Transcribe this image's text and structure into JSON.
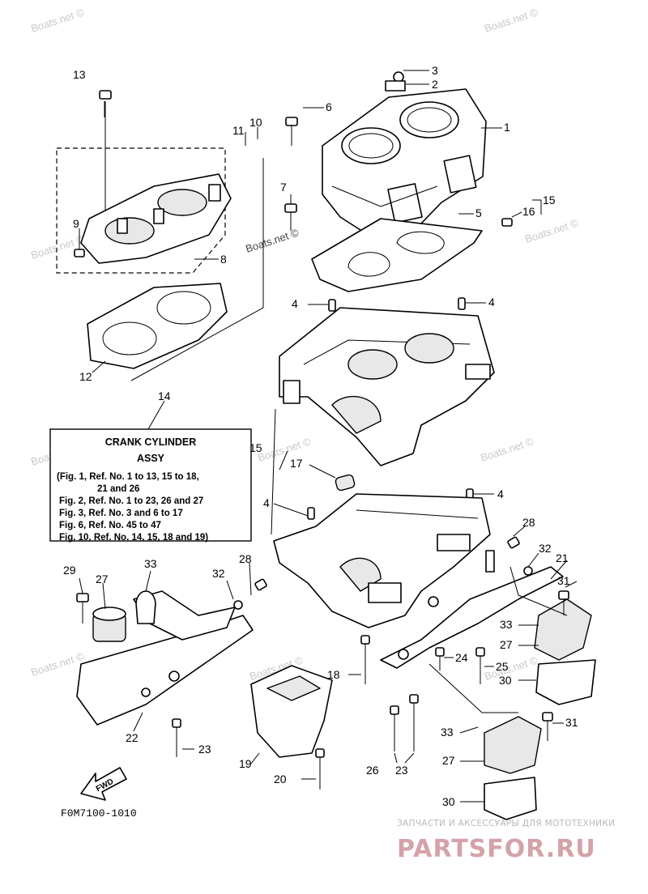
{
  "watermark": "Boats.net ©",
  "callouts": {
    "c1": "1",
    "c2": "2",
    "c3": "3",
    "c4a": "4",
    "c4b": "4",
    "c4c": "4",
    "c4d": "4",
    "c5": "5",
    "c6": "6",
    "c7": "7",
    "c8": "8",
    "c9": "9",
    "c10": "10",
    "c11": "11",
    "c12": "12",
    "c13": "13",
    "c14": "14",
    "c15a": "15",
    "c15b": "15",
    "c16": "16",
    "c17": "17",
    "c18": "18",
    "c19": "19",
    "c20": "20",
    "c21": "21",
    "c22": "22",
    "c23a": "23",
    "c23b": "23",
    "c24": "24",
    "c25": "25",
    "c26": "26",
    "c27a": "27",
    "c27b": "27",
    "c27c": "27",
    "c28a": "28",
    "c28b": "28",
    "c29": "29",
    "c30a": "30",
    "c30b": "30",
    "c31a": "31",
    "c31b": "31",
    "c32a": "32",
    "c32b": "32",
    "c33a": "33",
    "c33b": "33",
    "c33c": "33"
  },
  "assy_box": {
    "title1": "CRANK CYLINDER",
    "title2": "ASSY",
    "lines": [
      "(Fig. 1, Ref. No. 1 to 13, 15 to 18,",
      "21 and 26",
      "Fig. 2, Ref. No. 1 to 23, 26 and 27",
      "Fig. 3, Ref. No. 3 and 6 to 17",
      "Fig. 6, Ref. No. 45 to 47",
      "Fig. 10, Ref. No. 14, 15, 18 and 19)"
    ]
  },
  "fwd_label": "FWD",
  "figure_code": "F0M7100-1010",
  "brand": {
    "tagline": "ЗАПЧАСТИ И АКСЕССУАРЫ ДЛЯ МОТОТЕХНИКИ",
    "name": "PARTSFOR.RU"
  }
}
